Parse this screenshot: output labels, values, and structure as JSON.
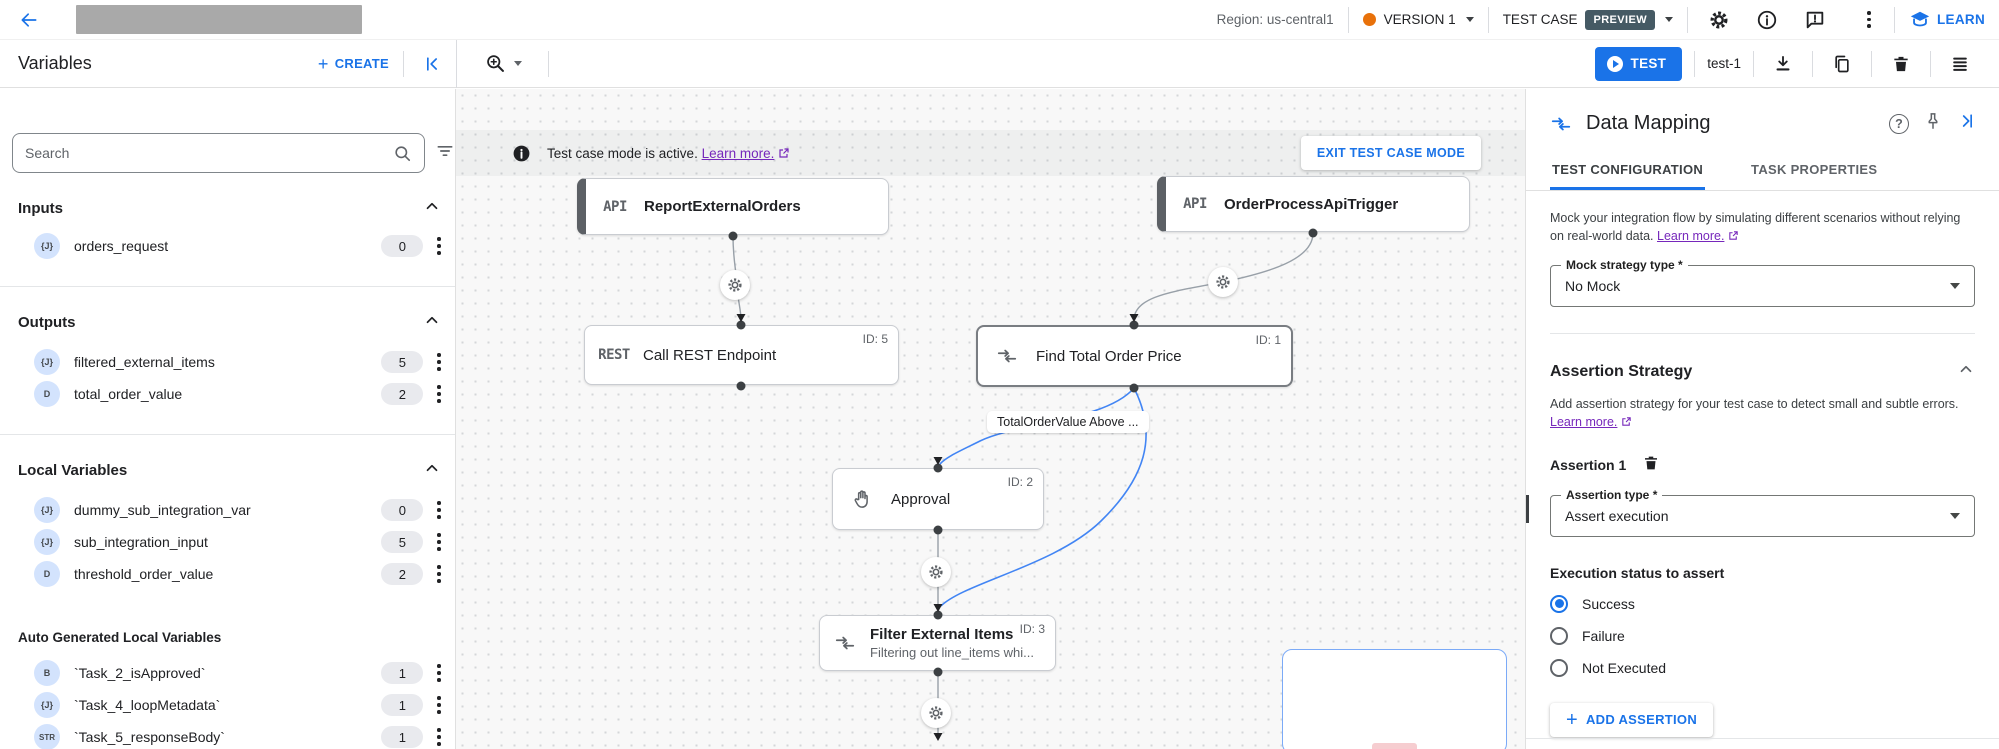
{
  "topbar": {
    "region_label": "Region: us-central1",
    "version_label": "VERSION 1",
    "test_case_label": "TEST CASE",
    "preview_badge": "PREVIEW",
    "learn_label": "LEARN"
  },
  "toolbar": {
    "title": "Variables",
    "create_label": "CREATE",
    "test_label": "TEST",
    "test_name": "test-1"
  },
  "sidebar": {
    "search_placeholder": "Search",
    "sections": [
      {
        "title": "Inputs",
        "items": [
          {
            "type": "{J}",
            "name": "orders_request",
            "count": "0"
          }
        ]
      },
      {
        "title": "Outputs",
        "items": [
          {
            "type": "{J}",
            "name": "filtered_external_items",
            "count": "5"
          },
          {
            "type": "D",
            "name": "total_order_value",
            "count": "2"
          }
        ]
      },
      {
        "title": "Local Variables",
        "items": [
          {
            "type": "{J}",
            "name": "dummy_sub_integration_var",
            "count": "0"
          },
          {
            "type": "{J}",
            "name": "sub_integration_input",
            "count": "5"
          },
          {
            "type": "D",
            "name": "threshold_order_value",
            "count": "2"
          }
        ]
      },
      {
        "title": "Auto Generated Local Variables",
        "items": [
          {
            "type": "B",
            "name": "`Task_2_isApproved`",
            "count": "1"
          },
          {
            "type": "{J}",
            "name": "`Task_4_loopMetadata`",
            "count": "1"
          },
          {
            "type": "STR",
            "name": "`Task_5_responseBody`",
            "count": "1"
          }
        ]
      }
    ]
  },
  "canvas": {
    "banner": {
      "text": "Test case mode is active.",
      "link": "Learn more.",
      "exit_button": "EXIT TEST CASE MODE"
    },
    "nodes": {
      "trigger1": {
        "icon": "API",
        "title": "ReportExternalOrders"
      },
      "trigger2": {
        "icon": "API",
        "title": "OrderProcessApiTrigger"
      },
      "rest": {
        "icon": "REST",
        "title": "Call REST Endpoint",
        "id": "ID: 5"
      },
      "find": {
        "title": "Find Total Order Price",
        "id": "ID: 1"
      },
      "approval": {
        "title": "Approval",
        "id": "ID: 2"
      },
      "filter": {
        "title": "Filter External Items",
        "subtitle": "Filtering out line_items whi...",
        "id": "ID: 3"
      }
    },
    "edge_label": "TotalOrderValue Above ..."
  },
  "panel": {
    "title": "Data Mapping",
    "tabs": [
      {
        "label": "TEST CONFIGURATION"
      },
      {
        "label": "TASK PROPERTIES"
      }
    ],
    "mock": {
      "description": "Mock your integration flow by simulating different scenarios without relying on real-world data.",
      "link": "Learn more.",
      "field_label": "Mock strategy type *",
      "value": "No Mock"
    },
    "assertion": {
      "section_title": "Assertion Strategy",
      "description": "Add assertion strategy for your test case to detect small and subtle errors.",
      "link": "Learn more.",
      "item_title": "Assertion 1",
      "type_label": "Assertion type *",
      "type_value": "Assert execution",
      "status_label": "Execution status to assert",
      "options": [
        {
          "label": "Success",
          "selected": true
        },
        {
          "label": "Failure",
          "selected": false
        },
        {
          "label": "Not Executed",
          "selected": false
        }
      ],
      "add_button": "ADD ASSERTION"
    }
  },
  "colors": {
    "accent": "#1a73e8",
    "link_purple": "#7627bb",
    "preview_badge_bg": "#455a64",
    "version_dot": "#e8710a",
    "edge_blue": "#4285f4"
  }
}
